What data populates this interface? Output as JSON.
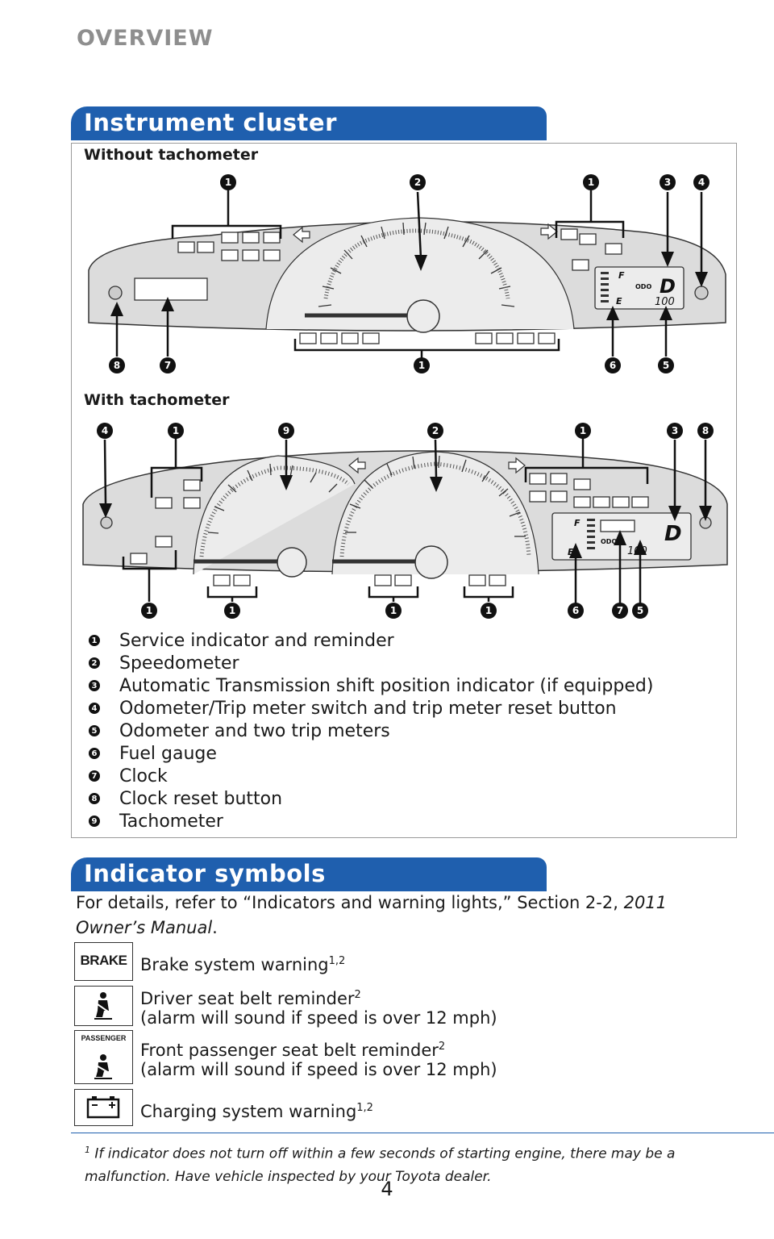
{
  "page": {
    "section": "OVERVIEW",
    "page_number": "4"
  },
  "instrument": {
    "title": "Instrument cluster",
    "without_label": "Without tachometer",
    "with_label": "With tachometer",
    "gauge_letters": {
      "full": "F",
      "empty": "E",
      "odo": "ODO",
      "gear": "D",
      "reading": "100"
    },
    "legend": [
      {
        "n": "1",
        "text": "Service indicator and reminder"
      },
      {
        "n": "2",
        "text": "Speedometer"
      },
      {
        "n": "3",
        "text": "Automatic Transmission shift position indicator (if equipped)"
      },
      {
        "n": "4",
        "text": "Odometer/Trip meter switch and trip meter reset button"
      },
      {
        "n": "5",
        "text": "Odometer and two trip meters"
      },
      {
        "n": "6",
        "text": "Fuel gauge"
      },
      {
        "n": "7",
        "text": "Clock"
      },
      {
        "n": "8",
        "text": "Clock reset button"
      },
      {
        "n": "9",
        "text": "Tachometer"
      }
    ]
  },
  "indicators": {
    "title": "Indicator symbols",
    "details_prefix": "For details, refer to “Indicators and warning lights,” Section 2-2, ",
    "details_manual": "2011 Owner’s Manual",
    "details_suffix": ".",
    "items": [
      {
        "icon": "brake-icon",
        "icon_text": "BRAKE",
        "label": "Brake system warning",
        "sup": "1,2",
        "note": ""
      },
      {
        "icon": "seatbelt-icon",
        "icon_text": "",
        "label": "Driver seat belt reminder",
        "sup": "2",
        "note": "(alarm will sound if speed is over 12 mph)"
      },
      {
        "icon": "passenger-seatbelt-icon",
        "icon_text": "PASSENGER",
        "label": "Front passenger seat belt reminder",
        "sup": "2",
        "note": "(alarm will sound if speed is over 12 mph)"
      },
      {
        "icon": "battery-icon",
        "icon_text": "",
        "label": "Charging system warning",
        "sup": "1,2",
        "note": ""
      }
    ]
  },
  "footnote": {
    "mark": "1",
    "text": "If indicator does not turn off within a few seconds of starting engine, there may be a malfunction. Have vehicle inspected by your Toyota dealer."
  }
}
